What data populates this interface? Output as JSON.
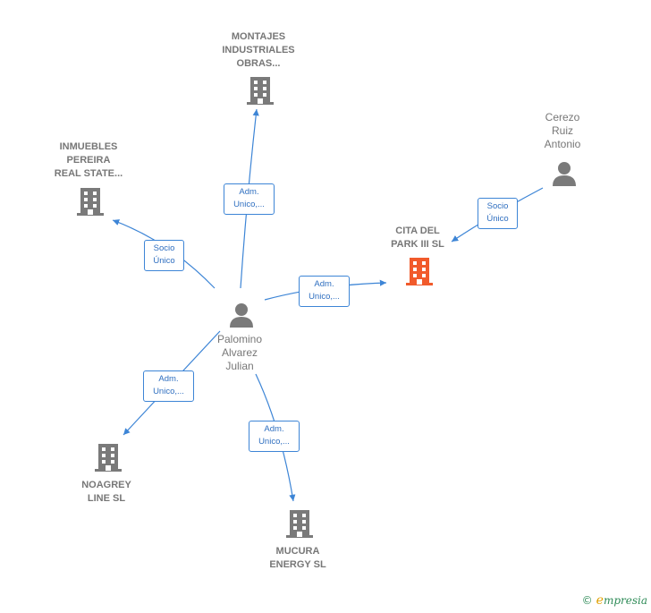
{
  "nodes": {
    "montajes": {
      "lines": [
        "MONTAJES",
        "INDUSTRIALES",
        "OBRAS..."
      ]
    },
    "inmuebles": {
      "lines": [
        "INMUEBLES",
        "PEREIRA",
        "REAL STATE..."
      ]
    },
    "cerezo": {
      "lines": [
        "Cerezo",
        "Ruiz",
        "Antonio"
      ]
    },
    "cita": {
      "lines": [
        "CITA DEL",
        "PARK III  SL"
      ]
    },
    "palomino": {
      "lines": [
        "Palomino",
        "Alvarez",
        "Julian"
      ]
    },
    "noagrey": {
      "lines": [
        "NOAGREY",
        "LINE  SL"
      ]
    },
    "mucura": {
      "lines": [
        "MUCURA",
        "ENERGY  SL"
      ]
    }
  },
  "edges": {
    "to_montajes": {
      "lines": [
        "Adm.",
        "Unico,..."
      ]
    },
    "to_inmuebles": {
      "lines": [
        "Socio",
        "Único"
      ]
    },
    "cerezo_to_cita": {
      "lines": [
        "Socio",
        "Único"
      ]
    },
    "to_cita": {
      "lines": [
        "Adm.",
        "Unico,..."
      ]
    },
    "to_noagrey": {
      "lines": [
        "Adm.",
        "Unico,..."
      ]
    },
    "to_mucura": {
      "lines": [
        "Adm.",
        "Unico,..."
      ]
    }
  },
  "colors": {
    "edge": "#3d85d6",
    "company_icon": "#7a7a7a",
    "highlight_icon": "#f15a2b",
    "person_icon": "#7a7a7a",
    "label": "#777777"
  },
  "footer": {
    "copyright": "©",
    "brand_initial": "e",
    "brand_rest": "mpresia"
  }
}
